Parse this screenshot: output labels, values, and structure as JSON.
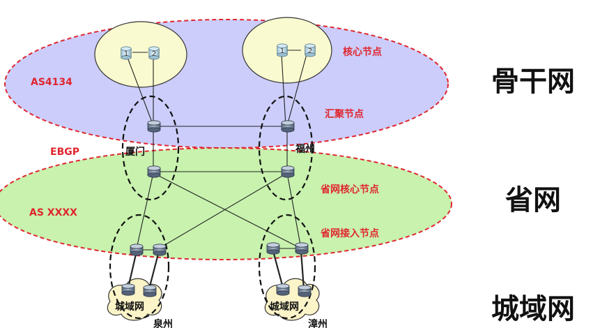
{
  "labels": {
    "as4134": "AS4134",
    "ebgp": "EBGP",
    "asxxxx": "AS XXXX",
    "core_node": "核心节点",
    "agg_node": "汇聚节点",
    "prov_core": "省网核心节点",
    "prov_access": "省网接入节点",
    "backbone": "骨干网",
    "province_net": "省网",
    "metro_net": "城域网",
    "xiamen": "厦门",
    "fuzhou": "福州",
    "metro_left": "城域网",
    "metro_right": "城域网",
    "quanzhou": "泉州",
    "zhangzhou": "漳州",
    "router_1_left": "1",
    "router_2_left": "2",
    "router_1_right": "1",
    "router_2_right": "2"
  },
  "colors": {
    "backbone_fill": "#cccdfa",
    "province_fill": "#c8f2ae",
    "core_circle": "#fafad0",
    "red_text": "#e0262f",
    "router": "#6f7f97"
  }
}
